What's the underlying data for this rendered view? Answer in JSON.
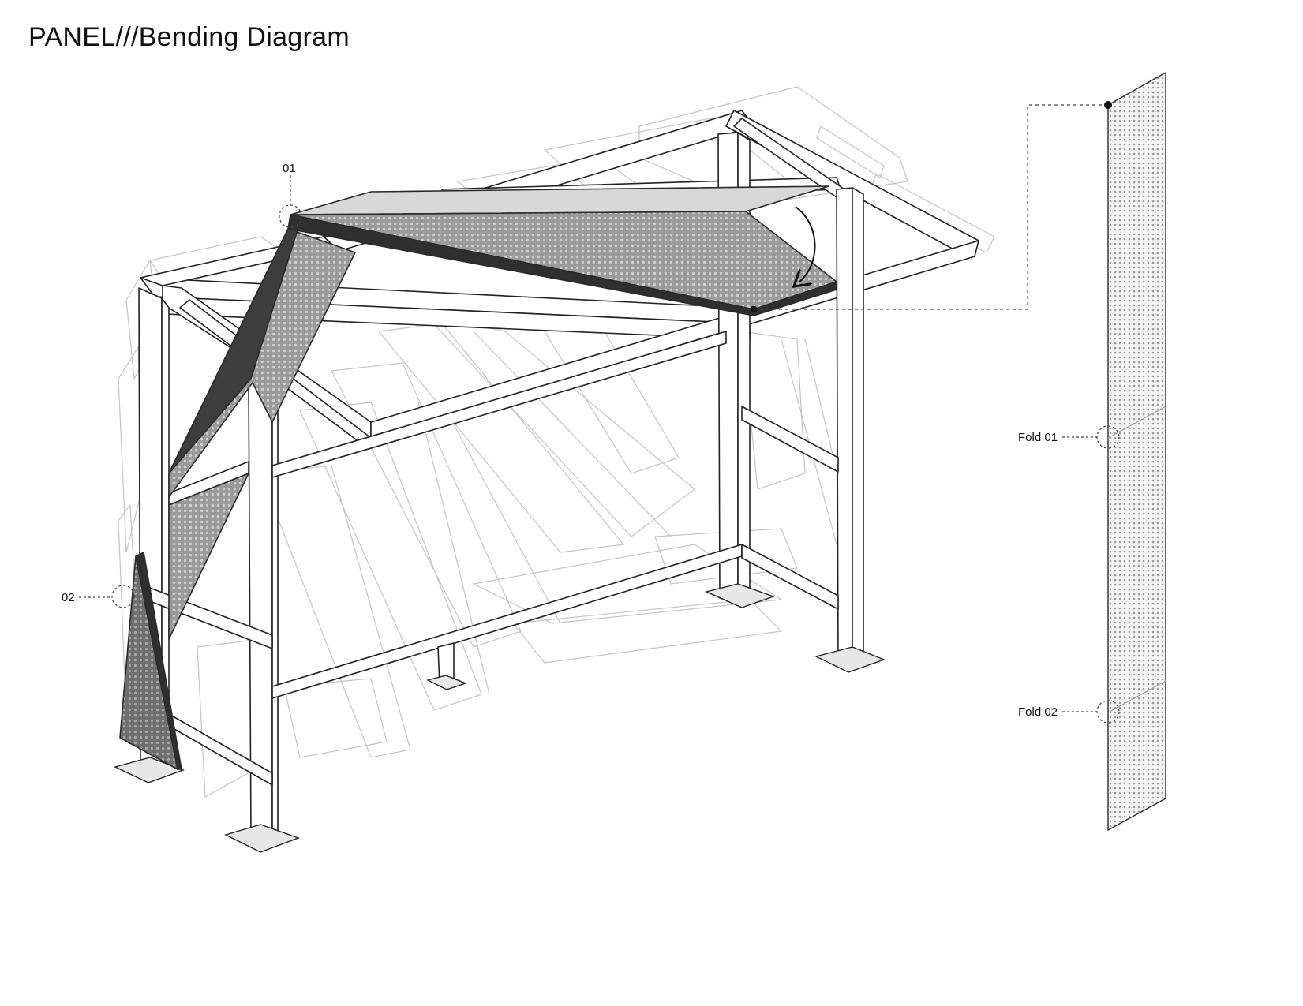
{
  "title": {
    "main": "PANEL",
    "separator": "///",
    "subtitle": "Bending Diagram"
  },
  "callouts": {
    "fold_marker_01": "01",
    "fold_marker_02": "02",
    "fold_01_label": "Fold 01",
    "fold_02_label": "Fold 02"
  },
  "colors": {
    "frame_stroke": "#222222",
    "ghost_stroke": "#bdbdbd",
    "panel_fill": "#8e8e8e",
    "panel_dark": "#3a3a3a",
    "roof_panel_fill": "#d6d6d6",
    "leader_line": "#444444"
  },
  "icons": {
    "bend_direction": "curved-arrow-icon",
    "fold_point": "dashed-circle-icon",
    "anchor_point": "dot-marker-icon"
  }
}
